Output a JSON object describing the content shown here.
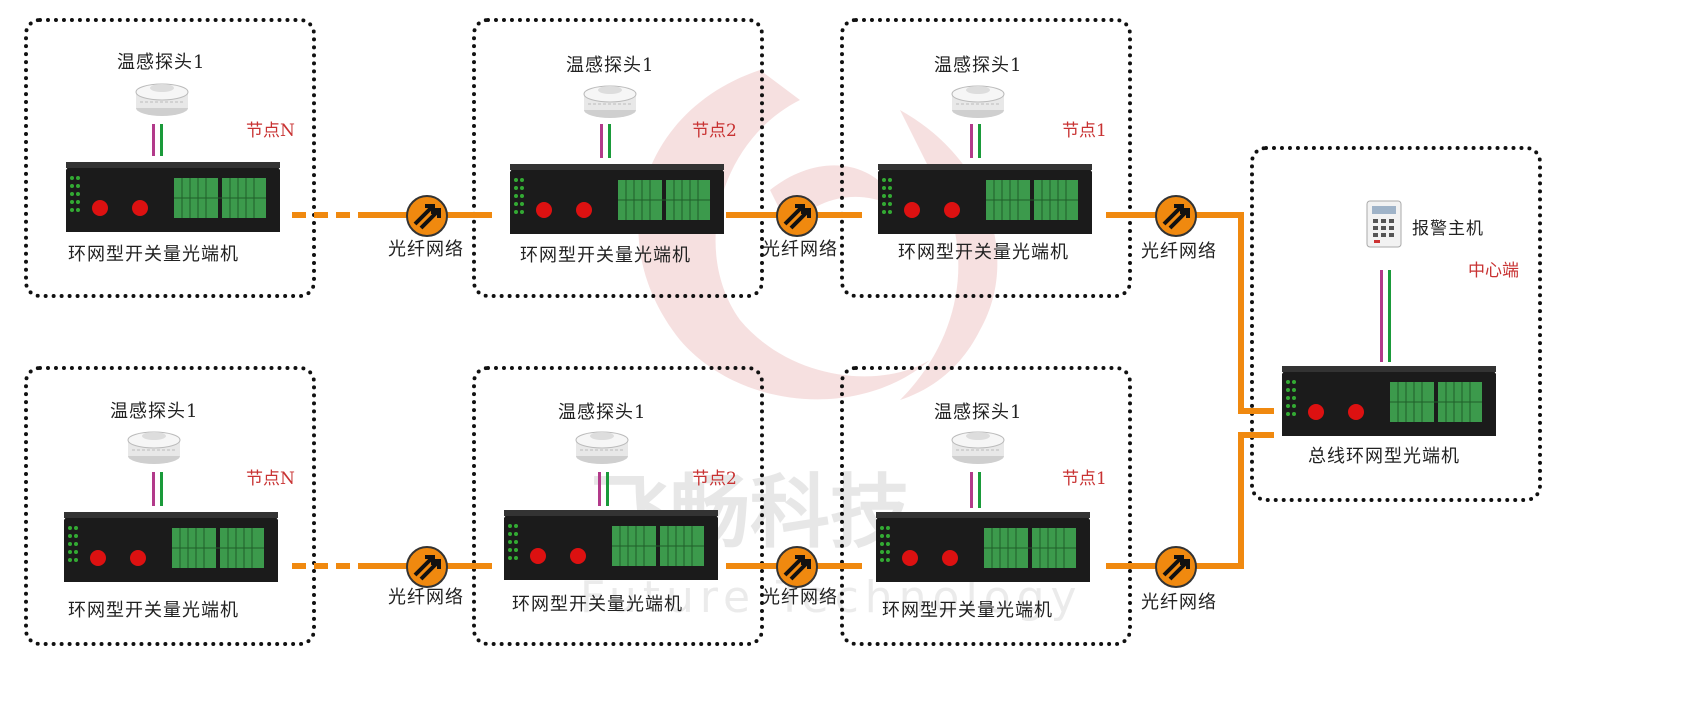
{
  "watermark": {
    "cn_text": "飞畅科技",
    "en_text": "Future Technology"
  },
  "labels": {
    "sensor": "温感探头1",
    "device": "环网型开关量光端机",
    "network": "光纤网络",
    "node_n": "节点N",
    "node_2": "节点2",
    "node_1": "节点1",
    "alarm_host": "报警主机",
    "center": "中心端",
    "bus_device": "总线环网型光端机"
  },
  "colors": {
    "fiber": "#f0890f",
    "node_label": "#c83232",
    "wire_magenta": "#b23a8a",
    "wire_green": "#1a9a3a"
  }
}
